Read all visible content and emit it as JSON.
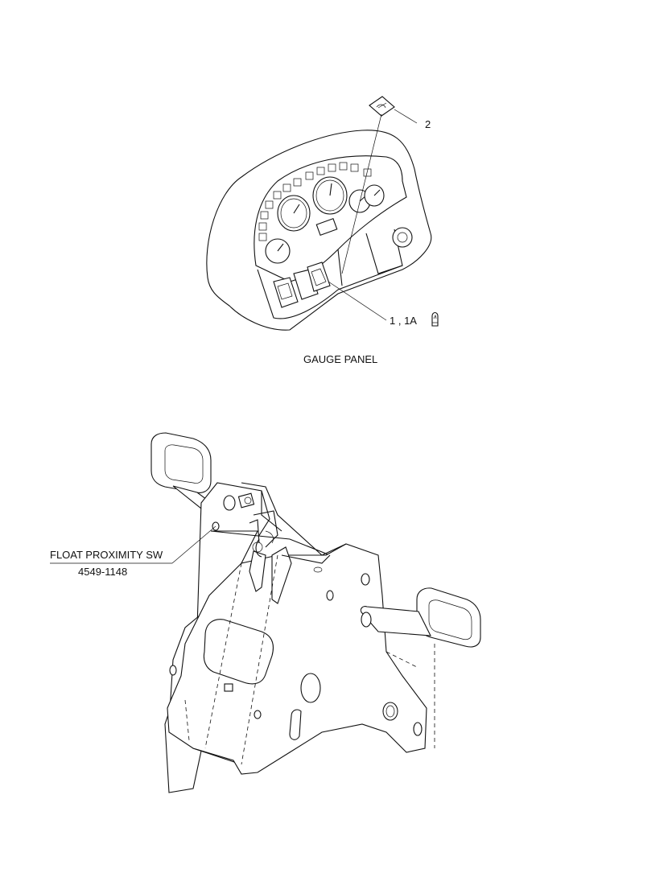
{
  "gauge_panel": {
    "title": "GAUGE PANEL",
    "callout_2": "2",
    "callout_1": "1 , 1A"
  },
  "pedal_assembly": {
    "part_name": "FLOAT PROXIMITY SW",
    "part_number": "4549-1148"
  }
}
